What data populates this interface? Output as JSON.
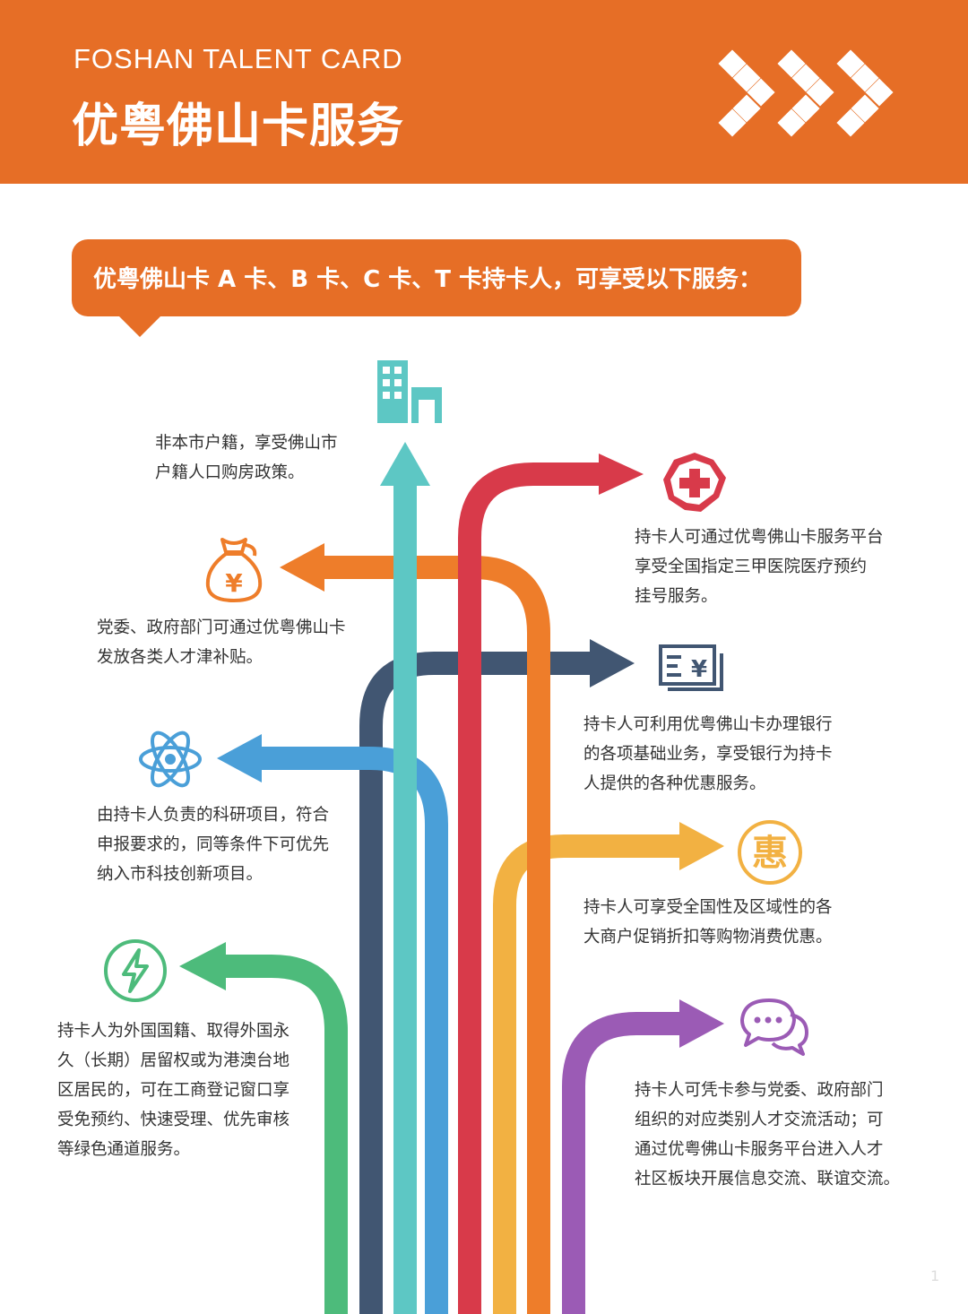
{
  "header": {
    "subtitle": "FOSHAN TALENT CARD",
    "title": "优粤佛山卡服务"
  },
  "banner": {
    "text": "优粤佛山卡 A 卡、B 卡、C 卡、T 卡持卡人，可享受以下服务："
  },
  "services": [
    {
      "icon": "building-icon",
      "color": "#5dc7c4",
      "lines": [
        "非本市户籍，享受佛山市",
        "户籍人口购房政策。"
      ]
    },
    {
      "icon": "hospital-cross-icon",
      "color": "#d83a4a",
      "lines": [
        "持卡人可通过优粤佛山卡服务平台",
        "享受全国指定三甲医院医疗预约",
        "挂号服务。"
      ]
    },
    {
      "icon": "money-bag-icon",
      "color": "#ee7d2a",
      "lines": [
        "党委、政府部门可通过优粤佛山卡",
        "发放各类人才津补贴。"
      ]
    },
    {
      "icon": "bank-card-icon",
      "color": "#415672",
      "lines": [
        "持卡人可利用优粤佛山卡办理银行",
        "的各项基础业务，享受银行为持卡",
        "人提供的各种优惠服务。"
      ]
    },
    {
      "icon": "atom-icon",
      "color": "#4a9fd8",
      "lines": [
        "由持卡人负责的科研项目，符合",
        "申报要求的，同等条件下可优先",
        "纳入市科技创新项目。"
      ]
    },
    {
      "icon": "discount-icon",
      "color": "#f2b142",
      "glyph": "惠",
      "lines": [
        "持卡人可享受全国性及区域性的各",
        "大商户促销折扣等购物消费优惠。"
      ]
    },
    {
      "icon": "lightning-icon",
      "color": "#4dbb7b",
      "lines": [
        "持卡人为外国国籍、取得外国永",
        "久（长期）居留权或为港澳台地",
        "区居民的，可在工商登记窗口享",
        "受免预约、快速受理、优先审核",
        "等绿色通道服务。"
      ]
    },
    {
      "icon": "chat-bubbles-icon",
      "color": "#9b5bb5",
      "lines": [
        "持卡人可凭卡参与党委、政府部门",
        "组织的对应类别人才交流活动；可",
        "通过优粤佛山卡服务平台进入人才",
        "社区板块开展信息交流、联谊交流。"
      ]
    }
  ],
  "page_number": "1"
}
